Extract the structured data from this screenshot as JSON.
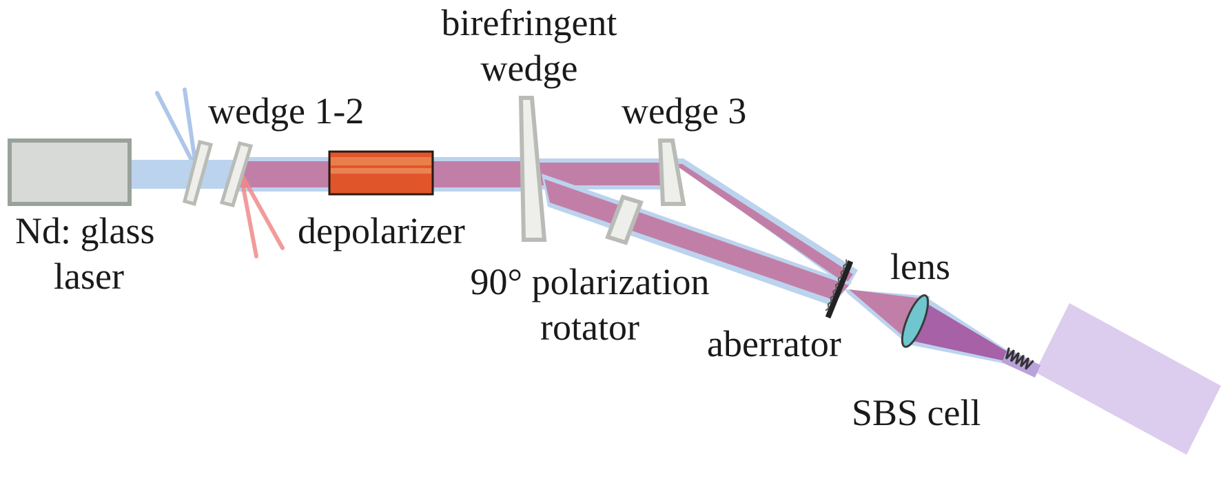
{
  "diagram": {
    "labels": {
      "laser_line1": "Nd: glass",
      "laser_line2": "laser",
      "wedge12": "wedge 1-2",
      "depolarizer": "depolarizer",
      "biref_line1": "birefringent",
      "biref_line2": "wedge",
      "wedge3": "wedge 3",
      "rotator_line1": "90° polarization",
      "rotator_line2": "rotator",
      "aberrator": "aberrator",
      "lens": "lens",
      "sbs_cell": "SBS cell"
    },
    "colors": {
      "beam_blue": "#bcd3ee",
      "beam_magenta": "#c17fa7",
      "reflection_blue": "#9fbde6",
      "reflection_red": "#f08a8a",
      "laser_fill": "#d7dad7",
      "laser_border": "#9aa29c",
      "depolarizer_fill": "#e0562a",
      "sbs_cell_fill": "#d8c6ec",
      "optic_fill": "#eeeeea",
      "optic_border": "#b9bcb6",
      "lens_fill": "#6fc6cf"
    }
  }
}
